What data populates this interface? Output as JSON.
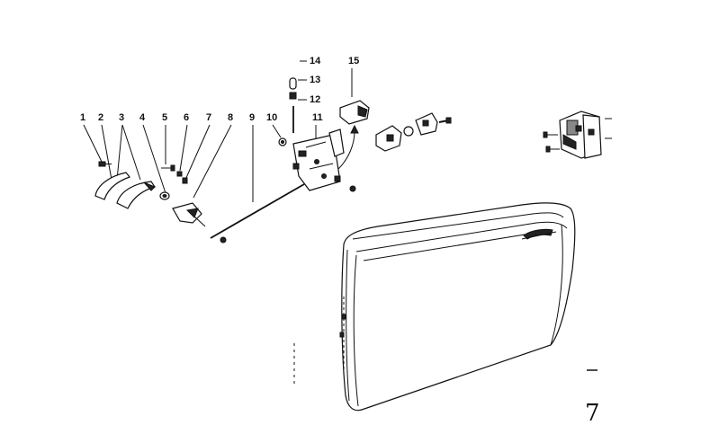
{
  "diagram": {
    "callouts": {
      "c1": "1",
      "c2": "2",
      "c3": "3",
      "c4": "4",
      "c5": "5",
      "c6": "6",
      "c7": "7",
      "c8": "8",
      "c9": "9",
      "c10": "10",
      "c11": "11",
      "c12": "12",
      "c13": "13",
      "c14": "14",
      "c15": "15"
    },
    "corner_mark": "7",
    "colors": {
      "ink": "#111111",
      "paper": "#ffffff",
      "shade": "#888888"
    }
  }
}
